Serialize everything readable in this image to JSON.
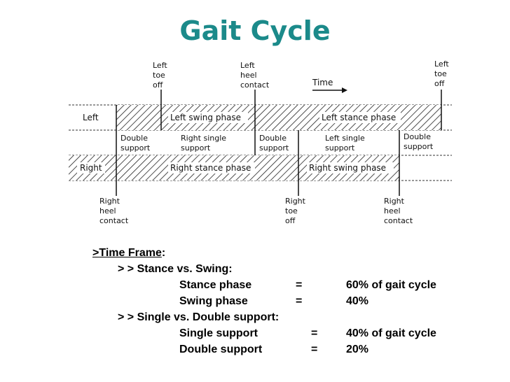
{
  "title": "Gait Cycle",
  "diagram": {
    "events_top": [
      [
        "Left",
        "toe",
        "off"
      ],
      [
        "Left",
        "heel",
        "contact"
      ],
      [
        "Left",
        "toe",
        "off"
      ]
    ],
    "events_bottom": [
      [
        "Right",
        "heel",
        "contact"
      ],
      [
        "Right",
        "toe",
        "off"
      ],
      [
        "Right",
        "heel",
        "contact"
      ]
    ],
    "time_label": "Time",
    "row_left": "Left",
    "row_right": "Right",
    "left_swing": "Left swing phase",
    "left_stance": "Left stance phase",
    "right_stance": "Right stance phase",
    "right_swing": "Right swing phase",
    "support": [
      [
        "Double",
        "support"
      ],
      [
        "Right single",
        "support"
      ],
      [
        "Double",
        "support"
      ],
      [
        "Left single",
        "support"
      ],
      [
        "Double",
        "support"
      ]
    ]
  },
  "notes": {
    "prefix": ">",
    "heading": "Time Frame",
    "colon": ":",
    "sec1": "> > Stance vs. Swing:",
    "stance_label": "Stance phase",
    "stance_eq": "=",
    "stance_val": "60% of gait cycle",
    "swing_label": "Swing phase",
    "swing_eq": "=",
    "swing_val": "40%",
    "sec2": "> > Single vs. Double support:",
    "single_label": "Single support",
    "single_eq": "=",
    "single_val": "40% of gait cycle",
    "double_label": "Double support",
    "double_eq": "=",
    "double_val": "20%"
  }
}
